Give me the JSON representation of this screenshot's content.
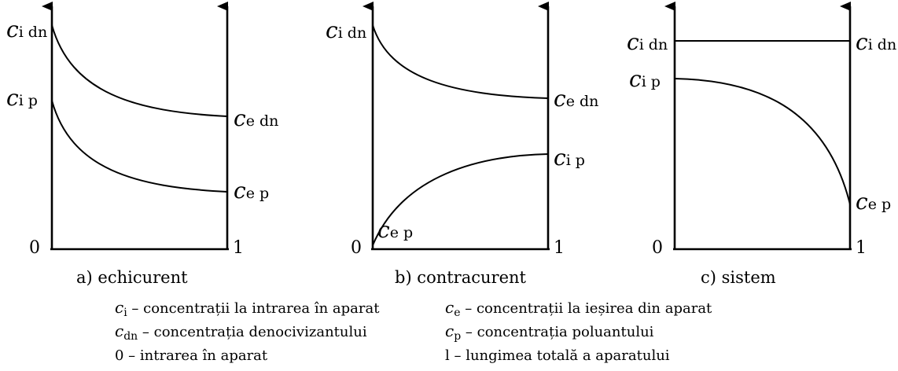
{
  "panels": [
    {
      "caption": "a) echicurent",
      "zero": "0",
      "one": "1",
      "labels": {
        "ci_dn": {
          "c": "c",
          "sub": "i dn"
        },
        "ci_p": {
          "c": "c",
          "sub": "i p"
        },
        "ce_dn": {
          "c": "c",
          "sub": "e dn"
        },
        "ce_p": {
          "c": "c",
          "sub": "e p"
        }
      }
    },
    {
      "caption": "b) contracurent",
      "zero": "0",
      "one": "1",
      "labels": {
        "ci_dn": {
          "c": "c",
          "sub": "i dn"
        },
        "ce_dn": {
          "c": "c",
          "sub": "e dn"
        },
        "ci_p": {
          "c": "c",
          "sub": "i p"
        },
        "ce_p": {
          "c": "c",
          "sub": "e p"
        }
      }
    },
    {
      "caption": "c) sistem",
      "zero": "0",
      "one": "1",
      "labels": {
        "ci_dn_left": {
          "c": "c",
          "sub": "i dn"
        },
        "ci_dn_right": {
          "c": "c",
          "sub": "i dn"
        },
        "ci_p": {
          "c": "c",
          "sub": "i p"
        },
        "ce_p": {
          "c": "c",
          "sub": "e p"
        }
      }
    }
  ],
  "legend": [
    {
      "sym": "c",
      "sub": "i",
      "text": " – concentrații la intrarea în aparat"
    },
    {
      "sym": "c",
      "sub": "e",
      "text": " – concentrații la ieșirea din aparat"
    },
    {
      "sym": "c",
      "sub": "dn",
      "text": " – concentrația denocivizantului"
    },
    {
      "sym": "c",
      "sub": "p",
      "text": " – concentrația poluantului"
    },
    {
      "sym": "",
      "sub": "",
      "text": "0 – intrarea în aparat"
    },
    {
      "sym": "",
      "sub": "",
      "text": "l – lungimea totală a aparatului"
    }
  ]
}
